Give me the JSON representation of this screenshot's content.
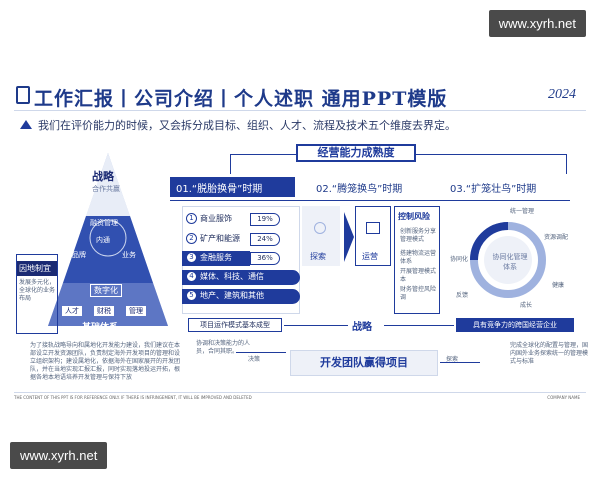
{
  "watermark": {
    "top": "www.xyrh.net",
    "bottom": "www.xyrh.net"
  },
  "header": {
    "title": "工作汇报丨公司介绍丨个人述职 通用PPT模版",
    "year": "2024",
    "subtitle": "我们在评价能力的时候，又会拆分成目标、组织、人才、流程及技术五个维度去界定。"
  },
  "pyramid": {
    "top": "战略",
    "top_sub": "合作共赢",
    "middle": "融资管理",
    "middle_sub": "内通",
    "middle_left": "品牌",
    "middle_right": "业务",
    "digital": "数字化",
    "bottom_items": [
      "人才",
      "财税",
      "管理"
    ],
    "base": "基础体系"
  },
  "left_panel": {
    "header": "因地制宜",
    "text": "发展多元化，全球化的业务布局"
  },
  "maturity": {
    "title": "经营能力成熟度",
    "phases": [
      "01.“脱胎换骨”时期",
      "02.“腾笼换鸟”时期",
      "03.“扩笼壮鸟”时期"
    ]
  },
  "phase1_items": [
    {
      "num": "1",
      "label": "商业服饰",
      "value": "19%"
    },
    {
      "num": "2",
      "label": "矿产和能源",
      "value": "24%"
    },
    {
      "num": "3",
      "label": "金融服务",
      "value": "36%"
    },
    {
      "num": "4",
      "label": "媒体、科技、通信",
      "value": ""
    },
    {
      "num": "5",
      "label": "地产、建筑和其他",
      "value": ""
    }
  ],
  "phase2": {
    "explore": "探索",
    "operate": "运营",
    "risk_title": "控制风险",
    "risk_items": [
      "创新服务分享管理模式",
      "搭建物流运营体系",
      "开展管理模式本",
      "财务管控风险调"
    ]
  },
  "phase3": {
    "center": "协同化管理体系",
    "nodes": [
      "统一管理",
      "资源调配",
      "健康",
      "成长",
      "反馈",
      "协同化"
    ]
  },
  "bottom": {
    "left_bar": "项目运作模式基本成型",
    "center": "战略",
    "right_bar": "具有竞争力的跨国经营企业",
    "team": "开发团队赢得项目",
    "left_note": "协调和决策能力的人员，合同其职。",
    "decision": "决策",
    "explore": "探索",
    "right_note": "完成全球化的配置与管理，国内国外业务探索统一的管理模式与标准",
    "para": "为了接轨战略导向和属地化开发能力建设，我们建议在本部设立开发资源团队，负责制定海外开发项目的管理和设立组织架构；建设属地化，依据海外在国家展开的开发团队，并在当地实现汇报汇报，同时实现落地投运开拓，根据各地本地语培养开发管理与保持下放"
  },
  "footer": {
    "left": "THE CONTENT OF THIS PPT IS FOR REFERENCE ONLY. IF THERE IS INFRINGEMENT, IT WILL BE IMPROVED AND DELETED",
    "right": "COMPANY NAME"
  },
  "colors": {
    "primary": "#1f3b9c",
    "dark": "#1b2a73",
    "light": "#9fb2df"
  }
}
